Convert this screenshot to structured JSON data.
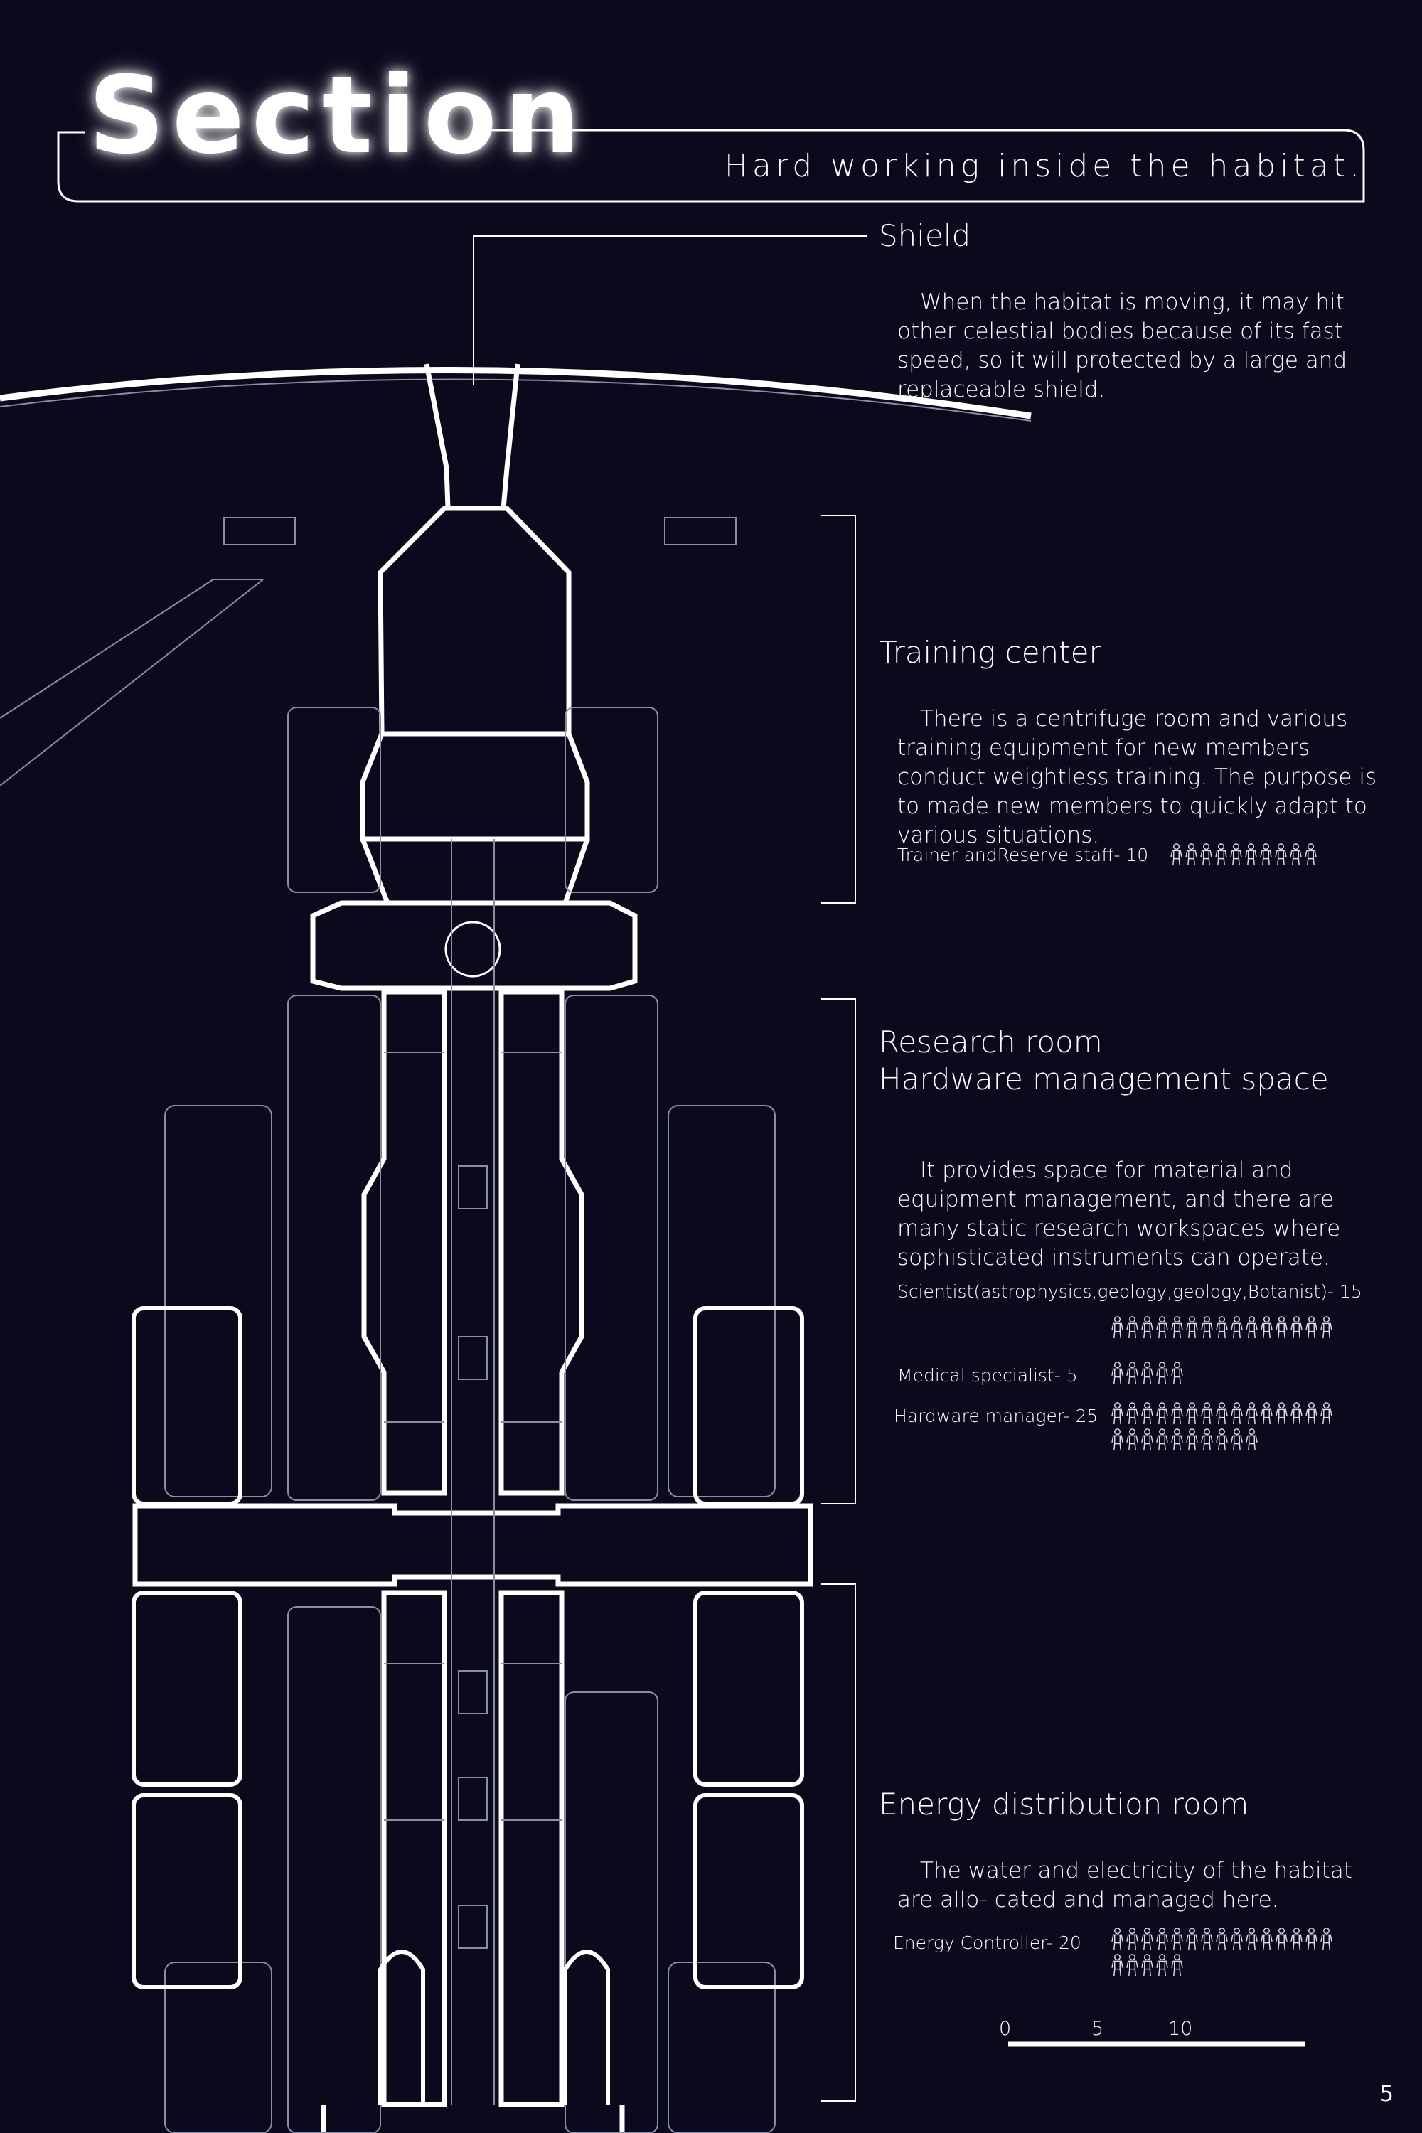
{
  "header": {
    "title": "Section",
    "subtitle": "Hard working inside the habitat."
  },
  "sections": [
    {
      "heading": "Shield",
      "body": "When the habitat is moving, it may hit other celestial bodies because of its fast speed, so it will protected by a large and replaceable shield."
    },
    {
      "heading": "Training center",
      "body": "There is a centrifuge room and various training equipment for new members conduct weightless training. The purpose is to made new members to quickly adapt to various situations.",
      "staff": [
        {
          "label": "Trainer andReserve staff- 10",
          "count": 10
        }
      ]
    },
    {
      "heading_line1": "Research room",
      "heading_line2": "Hardware management space",
      "body": "It provides space for material and equipment management, and there are many static research workspaces where sophisticated instruments can operate.",
      "staff": [
        {
          "label": "Scientist(astrophysics,geology,geology,Botanist)- 15",
          "count": 15
        },
        {
          "label": "Medical specialist- 5",
          "count": 5
        },
        {
          "label": "Hardware manager- 25",
          "count": 25
        }
      ]
    },
    {
      "heading": "Energy distribution room",
      "body": "The water and electricity of the habitat are allo- cated and managed here.",
      "staff": [
        {
          "label": "Energy Controller- 20",
          "count": 20
        }
      ]
    }
  ],
  "scale_bar": {
    "ticks": [
      "0",
      "5",
      "10"
    ]
  },
  "page_number": "5",
  "colors": {
    "background": "#0b0a1c",
    "line": "#ffffff",
    "faint_line": "#8d8ca6"
  },
  "icons": [
    "person-icon"
  ]
}
